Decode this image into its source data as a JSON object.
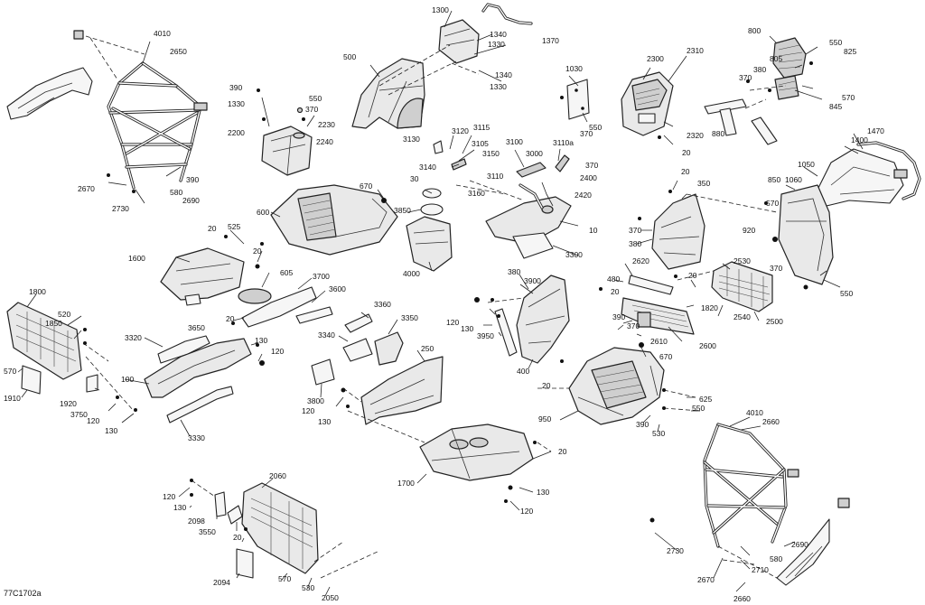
{
  "figure_ref": "77C1702a",
  "callouts": [
    {
      "id": "c1",
      "text": "4010"
    },
    {
      "id": "c2",
      "text": "2650"
    },
    {
      "id": "c3",
      "text": "2670"
    },
    {
      "id": "c4",
      "text": "2730"
    },
    {
      "id": "c5",
      "text": "390"
    },
    {
      "id": "c6",
      "text": "580"
    },
    {
      "id": "c7",
      "text": "2690"
    },
    {
      "id": "c8",
      "text": "390"
    },
    {
      "id": "c9",
      "text": "1330"
    },
    {
      "id": "c10",
      "text": "550"
    },
    {
      "id": "c11",
      "text": "370"
    },
    {
      "id": "c12",
      "text": "2230"
    },
    {
      "id": "c13",
      "text": "2200"
    },
    {
      "id": "c14",
      "text": "2240"
    },
    {
      "id": "c15",
      "text": "500"
    },
    {
      "id": "c16",
      "text": "1300"
    },
    {
      "id": "c17",
      "text": "1340"
    },
    {
      "id": "c18",
      "text": "1330"
    },
    {
      "id": "c19",
      "text": "1370"
    },
    {
      "id": "c20",
      "text": "1340"
    },
    {
      "id": "c21",
      "text": "1330"
    },
    {
      "id": "c22",
      "text": "1030"
    },
    {
      "id": "c23",
      "text": "550"
    },
    {
      "id": "c24",
      "text": "370"
    },
    {
      "id": "c25",
      "text": "2300"
    },
    {
      "id": "c26",
      "text": "2310"
    },
    {
      "id": "c27",
      "text": "2320"
    },
    {
      "id": "c28",
      "text": "20"
    },
    {
      "id": "c29",
      "text": "800"
    },
    {
      "id": "c30",
      "text": "550"
    },
    {
      "id": "c31",
      "text": "825"
    },
    {
      "id": "c32",
      "text": "805"
    },
    {
      "id": "c33",
      "text": "380"
    },
    {
      "id": "c34",
      "text": "370"
    },
    {
      "id": "c35",
      "text": "570"
    },
    {
      "id": "c36",
      "text": "845"
    },
    {
      "id": "c37",
      "text": "880"
    },
    {
      "id": "c38",
      "text": "1470"
    },
    {
      "id": "c39",
      "text": "1400"
    },
    {
      "id": "c40",
      "text": "1050"
    },
    {
      "id": "c41",
      "text": "850"
    },
    {
      "id": "c42",
      "text": "1060"
    },
    {
      "id": "c43",
      "text": "570"
    },
    {
      "id": "c44",
      "text": "920"
    },
    {
      "id": "c45",
      "text": "370"
    },
    {
      "id": "c46",
      "text": "550"
    },
    {
      "id": "c47",
      "text": "3130"
    },
    {
      "id": "c48",
      "text": "3120"
    },
    {
      "id": "c49",
      "text": "3115"
    },
    {
      "id": "c50",
      "text": "3105"
    },
    {
      "id": "c51",
      "text": "3150"
    },
    {
      "id": "c52",
      "text": "3140"
    },
    {
      "id": "c53",
      "text": "3100"
    },
    {
      "id": "c54",
      "text": "3000"
    },
    {
      "id": "c55",
      "text": "3110a"
    },
    {
      "id": "c56",
      "text": "370"
    },
    {
      "id": "c57",
      "text": "2400"
    },
    {
      "id": "c58",
      "text": "3110"
    },
    {
      "id": "c59",
      "text": "3160"
    },
    {
      "id": "c60",
      "text": "2420"
    },
    {
      "id": "c61",
      "text": "10"
    },
    {
      "id": "c62",
      "text": "3300"
    },
    {
      "id": "c63",
      "text": "20"
    },
    {
      "id": "c64",
      "text": "350"
    },
    {
      "id": "c65",
      "text": "370"
    },
    {
      "id": "c66",
      "text": "380"
    },
    {
      "id": "c67",
      "text": "670"
    },
    {
      "id": "c68",
      "text": "30"
    },
    {
      "id": "c69",
      "text": "3850"
    },
    {
      "id": "c70",
      "text": "4000"
    },
    {
      "id": "c71",
      "text": "600"
    },
    {
      "id": "c72",
      "text": "20"
    },
    {
      "id": "c73",
      "text": "525"
    },
    {
      "id": "c74",
      "text": "20"
    },
    {
      "id": "c75",
      "text": "1600"
    },
    {
      "id": "c76",
      "text": "605"
    },
    {
      "id": "c77",
      "text": "3700"
    },
    {
      "id": "c78",
      "text": "3600"
    },
    {
      "id": "c79",
      "text": "3650"
    },
    {
      "id": "c80",
      "text": "20"
    },
    {
      "id": "c81",
      "text": "1800"
    },
    {
      "id": "c82",
      "text": "520"
    },
    {
      "id": "c83",
      "text": "1850"
    },
    {
      "id": "c84",
      "text": "570"
    },
    {
      "id": "c85",
      "text": "1910"
    },
    {
      "id": "c86",
      "text": "1920"
    },
    {
      "id": "c87",
      "text": "3750"
    },
    {
      "id": "c88",
      "text": "120"
    },
    {
      "id": "c89",
      "text": "130"
    },
    {
      "id": "c90",
      "text": "100"
    },
    {
      "id": "c91",
      "text": "3320"
    },
    {
      "id": "c92",
      "text": "130"
    },
    {
      "id": "c93",
      "text": "120"
    },
    {
      "id": "c94",
      "text": "3330"
    },
    {
      "id": "c95",
      "text": "3360"
    },
    {
      "id": "c96",
      "text": "3340"
    },
    {
      "id": "c97",
      "text": "3350"
    },
    {
      "id": "c98",
      "text": "250"
    },
    {
      "id": "c99",
      "text": "3800"
    },
    {
      "id": "c100",
      "text": "120"
    },
    {
      "id": "c101",
      "text": "130"
    },
    {
      "id": "c102",
      "text": "380"
    },
    {
      "id": "c103",
      "text": "3900"
    },
    {
      "id": "c104",
      "text": "120"
    },
    {
      "id": "c105",
      "text": "130"
    },
    {
      "id": "c106",
      "text": "3950"
    },
    {
      "id": "c107",
      "text": "400"
    },
    {
      "id": "c108",
      "text": "20"
    },
    {
      "id": "c109",
      "text": "480"
    },
    {
      "id": "c110",
      "text": "20"
    },
    {
      "id": "c111",
      "text": "2620"
    },
    {
      "id": "c112",
      "text": "390"
    },
    {
      "id": "c113",
      "text": "370"
    },
    {
      "id": "c114",
      "text": "2610"
    },
    {
      "id": "c115",
      "text": "670"
    },
    {
      "id": "c116",
      "text": "2600"
    },
    {
      "id": "c117",
      "text": "2530"
    },
    {
      "id": "c118",
      "text": "20"
    },
    {
      "id": "c119",
      "text": "1820"
    },
    {
      "id": "c120",
      "text": "2540"
    },
    {
      "id": "c121",
      "text": "2500"
    },
    {
      "id": "c122",
      "text": "950"
    },
    {
      "id": "c123",
      "text": "625"
    },
    {
      "id": "c124",
      "text": "550"
    },
    {
      "id": "c125",
      "text": "390"
    },
    {
      "id": "c126",
      "text": "530"
    },
    {
      "id": "c127",
      "text": "1700"
    },
    {
      "id": "c128",
      "text": "20"
    },
    {
      "id": "c129",
      "text": "130"
    },
    {
      "id": "c130",
      "text": "120"
    },
    {
      "id": "c131",
      "text": "4010"
    },
    {
      "id": "c132",
      "text": "2660"
    },
    {
      "id": "c133",
      "text": "2730"
    },
    {
      "id": "c134",
      "text": "580"
    },
    {
      "id": "c135",
      "text": "2690"
    },
    {
      "id": "c136",
      "text": "2670"
    },
    {
      "id": "c137",
      "text": "2710"
    },
    {
      "id": "c138",
      "text": "2660"
    },
    {
      "id": "c139",
      "text": "2060"
    },
    {
      "id": "c140",
      "text": "120"
    },
    {
      "id": "c141",
      "text": "130"
    },
    {
      "id": "c142",
      "text": "2098"
    },
    {
      "id": "c143",
      "text": "3550"
    },
    {
      "id": "c144",
      "text": "20"
    },
    {
      "id": "c145",
      "text": "2094"
    },
    {
      "id": "c146",
      "text": "570"
    },
    {
      "id": "c147",
      "text": "530"
    },
    {
      "id": "c148",
      "text": "2050"
    }
  ]
}
